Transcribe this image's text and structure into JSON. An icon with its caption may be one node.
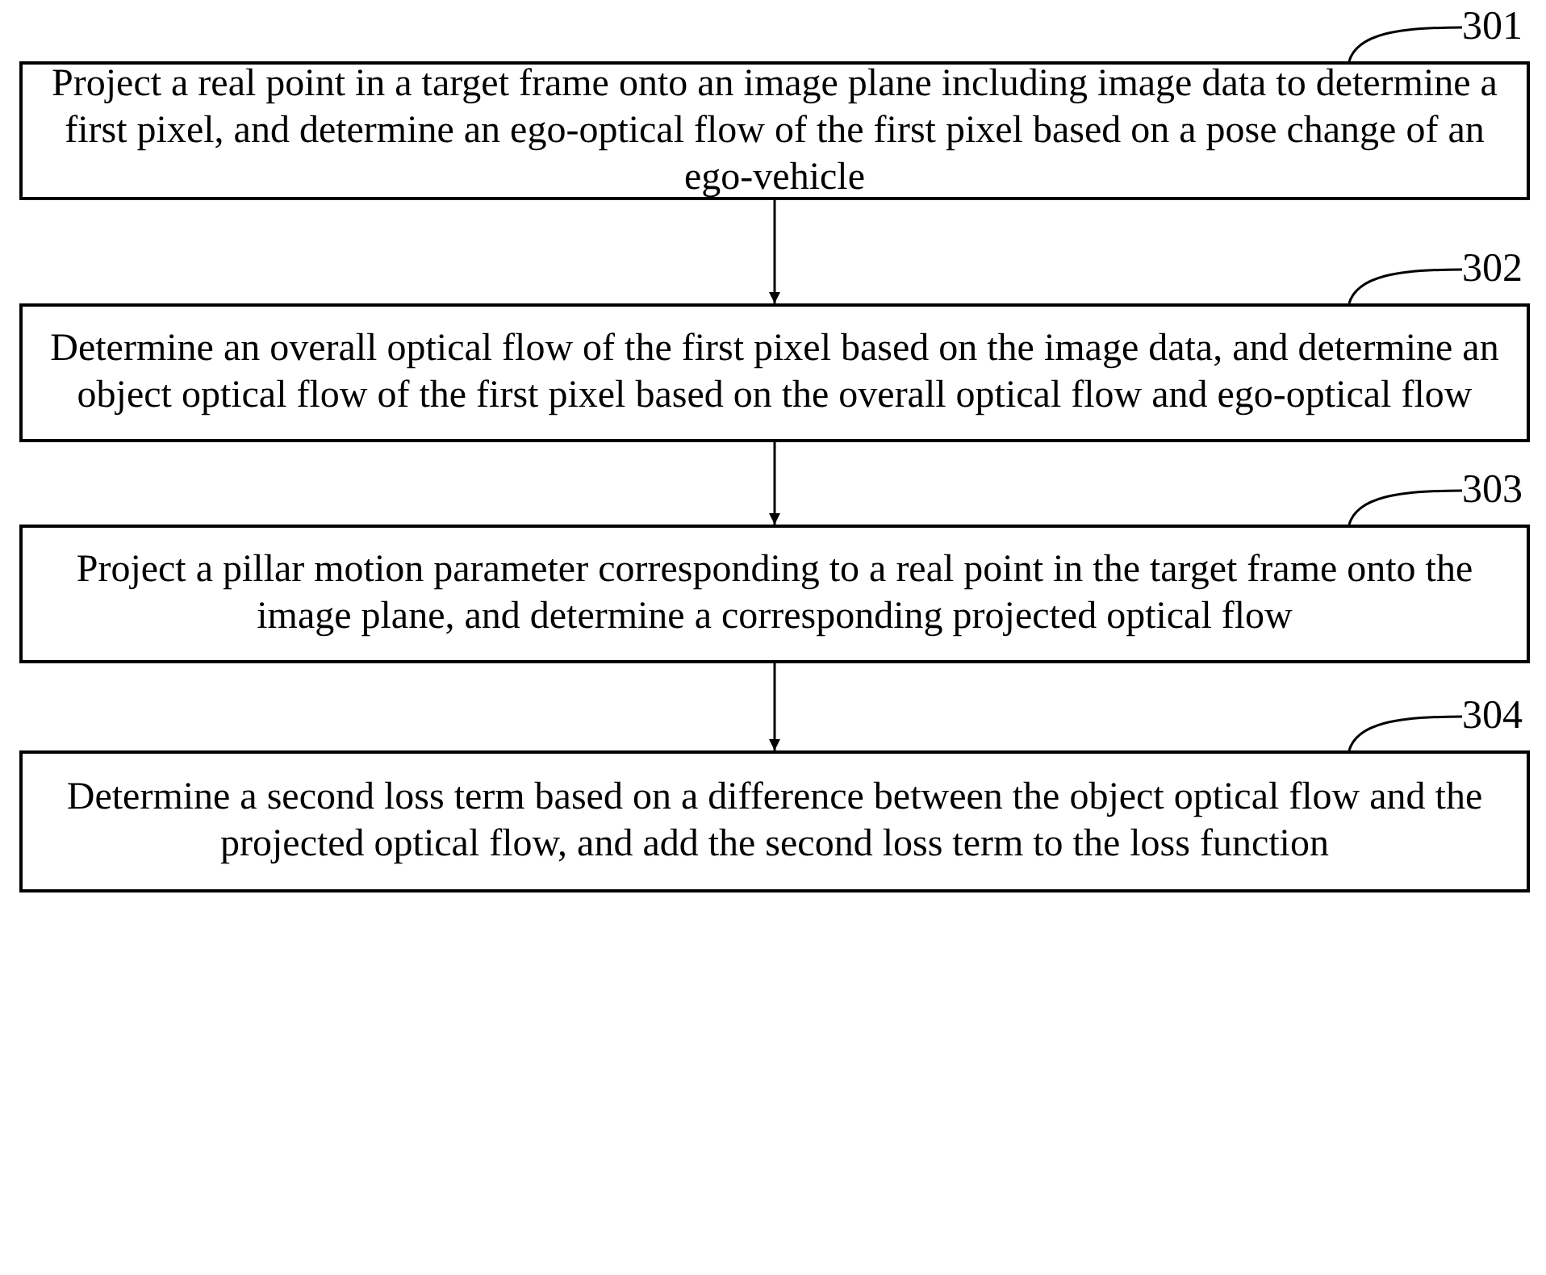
{
  "diagram": {
    "nodes": [
      {
        "text": [
          "301"
        ]
      },
      {
        "text": [
          "Project a real point in a target frame onto an image plane including image data to determine a first pixel, and determine an ego-optical flow of the first pixel based on a pose change of an ego-vehicle"
        ]
      },
      {
        "text": [
          "302"
        ]
      },
      {
        "text": [
          "Determine an overall optical flow of the first pixel based on the image data, and determine an object optical flow of the first pixel based on the overall optical flow and ego-optical flow"
        ]
      },
      {
        "text": [
          "303"
        ]
      },
      {
        "text": [
          "Project a pillar motion parameter corresponding to a real point in the target frame onto the image plane, and determine a corresponding projected optical flow"
        ]
      },
      {
        "text": [
          "304"
        ]
      },
      {
        "text": [
          "Determine a second loss term based on a difference between the object optical flow and the projected optical flow, and add the second loss term to the loss function"
        ]
      }
    ],
    "edges": [
      {
        "from": 1,
        "to": 3,
        "arrow": "to"
      },
      {
        "from": 3,
        "to": 5,
        "arrow": "to"
      },
      {
        "from": 5,
        "to": 7,
        "arrow": "to"
      },
      {
        "from": 0,
        "to": 1,
        "arrow": "none"
      },
      {
        "from": 2,
        "to": 3,
        "arrow": "none"
      },
      {
        "from": 4,
        "to": 5,
        "arrow": "none"
      },
      {
        "from": 6,
        "to": 7,
        "arrow": "none"
      }
    ]
  }
}
